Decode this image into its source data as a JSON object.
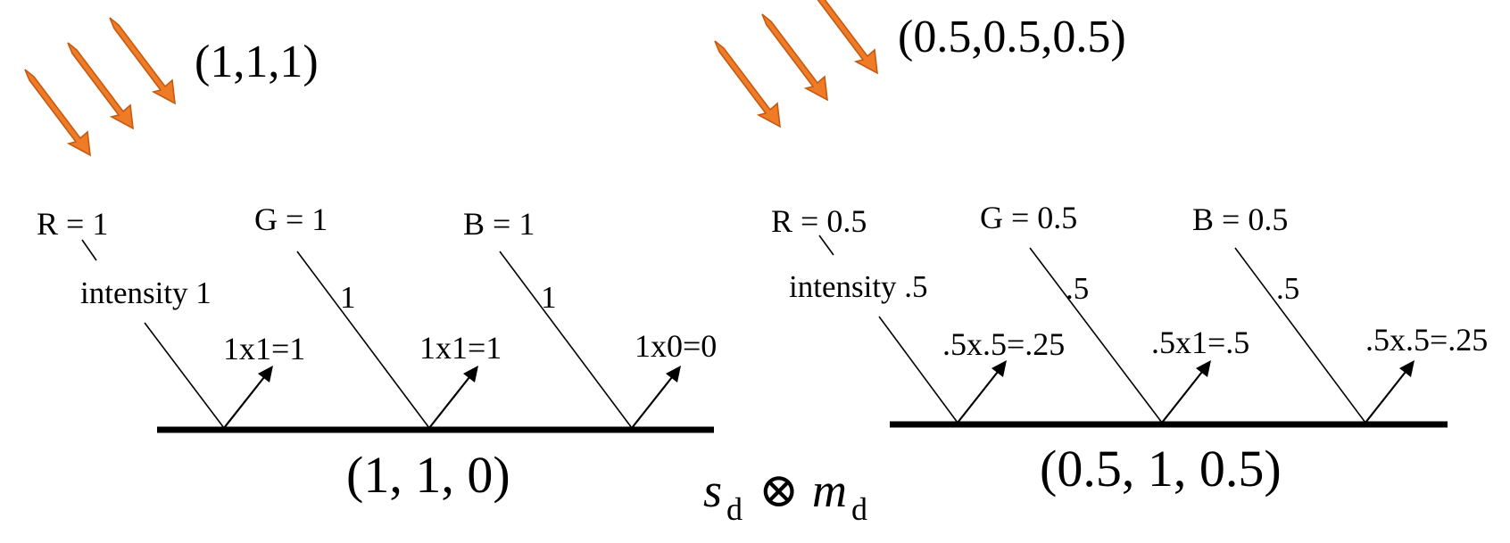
{
  "colors": {
    "light_arrow_fill": "#ef7b27",
    "light_arrow_stroke": "#c55a11",
    "ink": "#000000"
  },
  "left": {
    "light_label": "(1,1,1)",
    "material_label": "(1, 1, 0)",
    "channels": [
      {
        "label": "R = 1",
        "incident_label": "intensity 1",
        "result_label": "1x1=1"
      },
      {
        "label": "G = 1",
        "incident_label": "1",
        "result_label": "1x1=1"
      },
      {
        "label": "B = 1",
        "incident_label": "1",
        "result_label": "1x0=0"
      }
    ]
  },
  "right": {
    "light_label": "(0.5,0.5,0.5)",
    "material_label": "(0.5, 1, 0.5)",
    "channels": [
      {
        "label": "R = 0.5",
        "incident_label": "intensity .5",
        "result_label": ".5x.5=.25"
      },
      {
        "label": "G = 0.5",
        "incident_label": ".5",
        "result_label": ".5x1=.5"
      },
      {
        "label": "B = 0.5",
        "incident_label": ".5",
        "result_label": ".5x.5=.25"
      }
    ]
  },
  "formula": {
    "s": "s",
    "s_sub": "d",
    "op": "⊗",
    "m": "m",
    "m_sub": "d"
  }
}
